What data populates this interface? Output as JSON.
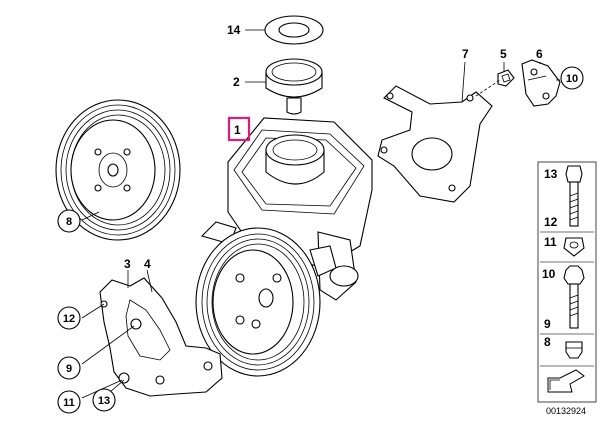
{
  "callouts": {
    "c14": "14",
    "c2": "2",
    "c1": "1",
    "c7": "7",
    "c5": "5",
    "c6": "6",
    "c10": "10",
    "c8": "8",
    "c3": "3",
    "c4": "4",
    "c12": "12",
    "c9": "9",
    "c11": "11",
    "c13": "13"
  },
  "legend": {
    "items": [
      "13",
      "12",
      "11",
      "10",
      "9",
      "8"
    ]
  },
  "reference_number": "00132924",
  "colors": {
    "highlight": "#e0197d",
    "line": "#000000",
    "panel_border": "#444444"
  }
}
